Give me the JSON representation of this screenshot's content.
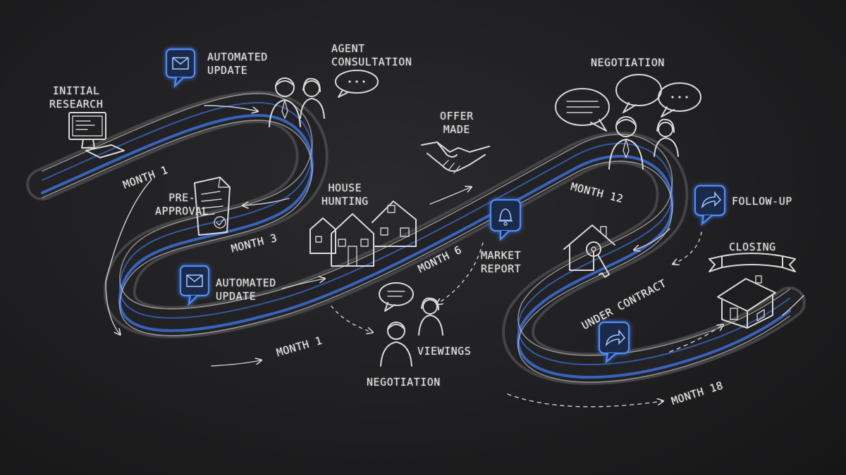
{
  "colors": {
    "background": "#1f1f21",
    "chalk": "#d9d9d9",
    "road_accent": "#3b6fd8",
    "icon_glow": "#2f7dff"
  },
  "milestones": {
    "initial_research": "INITIAL\nRESEARCH",
    "automated_update_top": "AUTOMATED\nUPDATE",
    "agent_consultation": "AGENT\nCONSULTATION",
    "pre_approval": "PRE-\nAPPROVAL",
    "automated_update_mid": "AUTOMATED\nUPDATE",
    "house_hunting": "HOUSE\nHUNTING",
    "offer_made": "OFFER\nMADE",
    "market_report": "MARKET\nREPORT",
    "viewings": "VIEWINGS",
    "negotiation_lower": "NEGOTIATION",
    "negotiation_top": "NEGOTIATION",
    "follow_up": "FOLLOW-UP",
    "under_contract": "UNDER CONTRACT",
    "closing": "CLOSING"
  },
  "months": {
    "month_1_top": "MONTH 1",
    "month_3": "MONTH 3",
    "month_6": "MONTH 6",
    "month_1_bottom": "MONTH 1",
    "month_12": "MONTH 12",
    "month_18": "MONTH 18"
  },
  "icons": {
    "computer": "desktop-computer-icon",
    "envelope": "envelope-message-icon",
    "agents": "people-icon",
    "document": "checklist-document-icon",
    "houses": "houses-icon",
    "handshake": "handshake-icon",
    "bell": "bell-notification-icon",
    "speech": "speech-bubble-icon",
    "share": "share-arrow-icon",
    "house_key": "house-key-icon",
    "closing_house": "house-icon",
    "banner": "ribbon-banner-icon"
  }
}
